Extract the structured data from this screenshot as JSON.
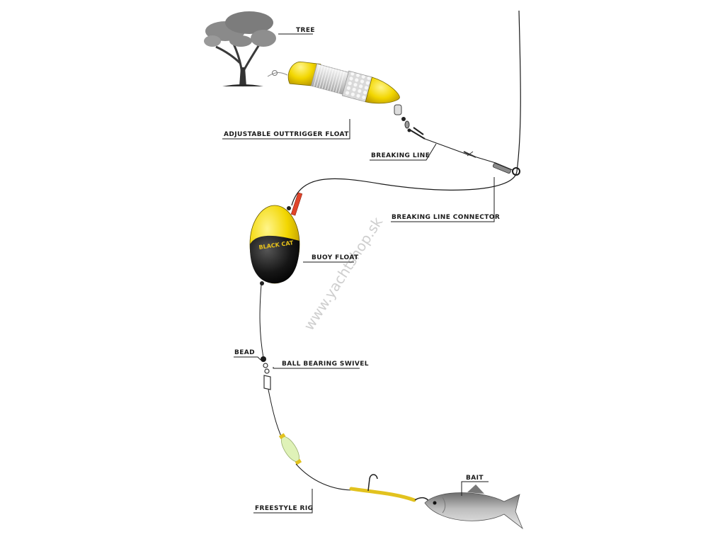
{
  "labels": {
    "tree": "TREE",
    "outrigger": "ADJUSTABLE OUTTRIGGER FLOAT",
    "breaking_line": "BREAKING LINE",
    "connector": "BREAKING LINE CONNECTOR",
    "buoy": "BUOY FLOAT",
    "bead": "BEAD",
    "swivel": "BALL BEARING SWIVEL",
    "bait": "BAIT",
    "rig": "FREESTYLE RIG"
  },
  "watermark": "www.yachtshop.sk",
  "buoy_logo": "BLACK CAT",
  "colors": {
    "float_yellow": "#f2d600",
    "float_black": "#161616",
    "line": "#1a1a1a",
    "glow": "#dff2b8",
    "tube": "#e2c21e"
  }
}
